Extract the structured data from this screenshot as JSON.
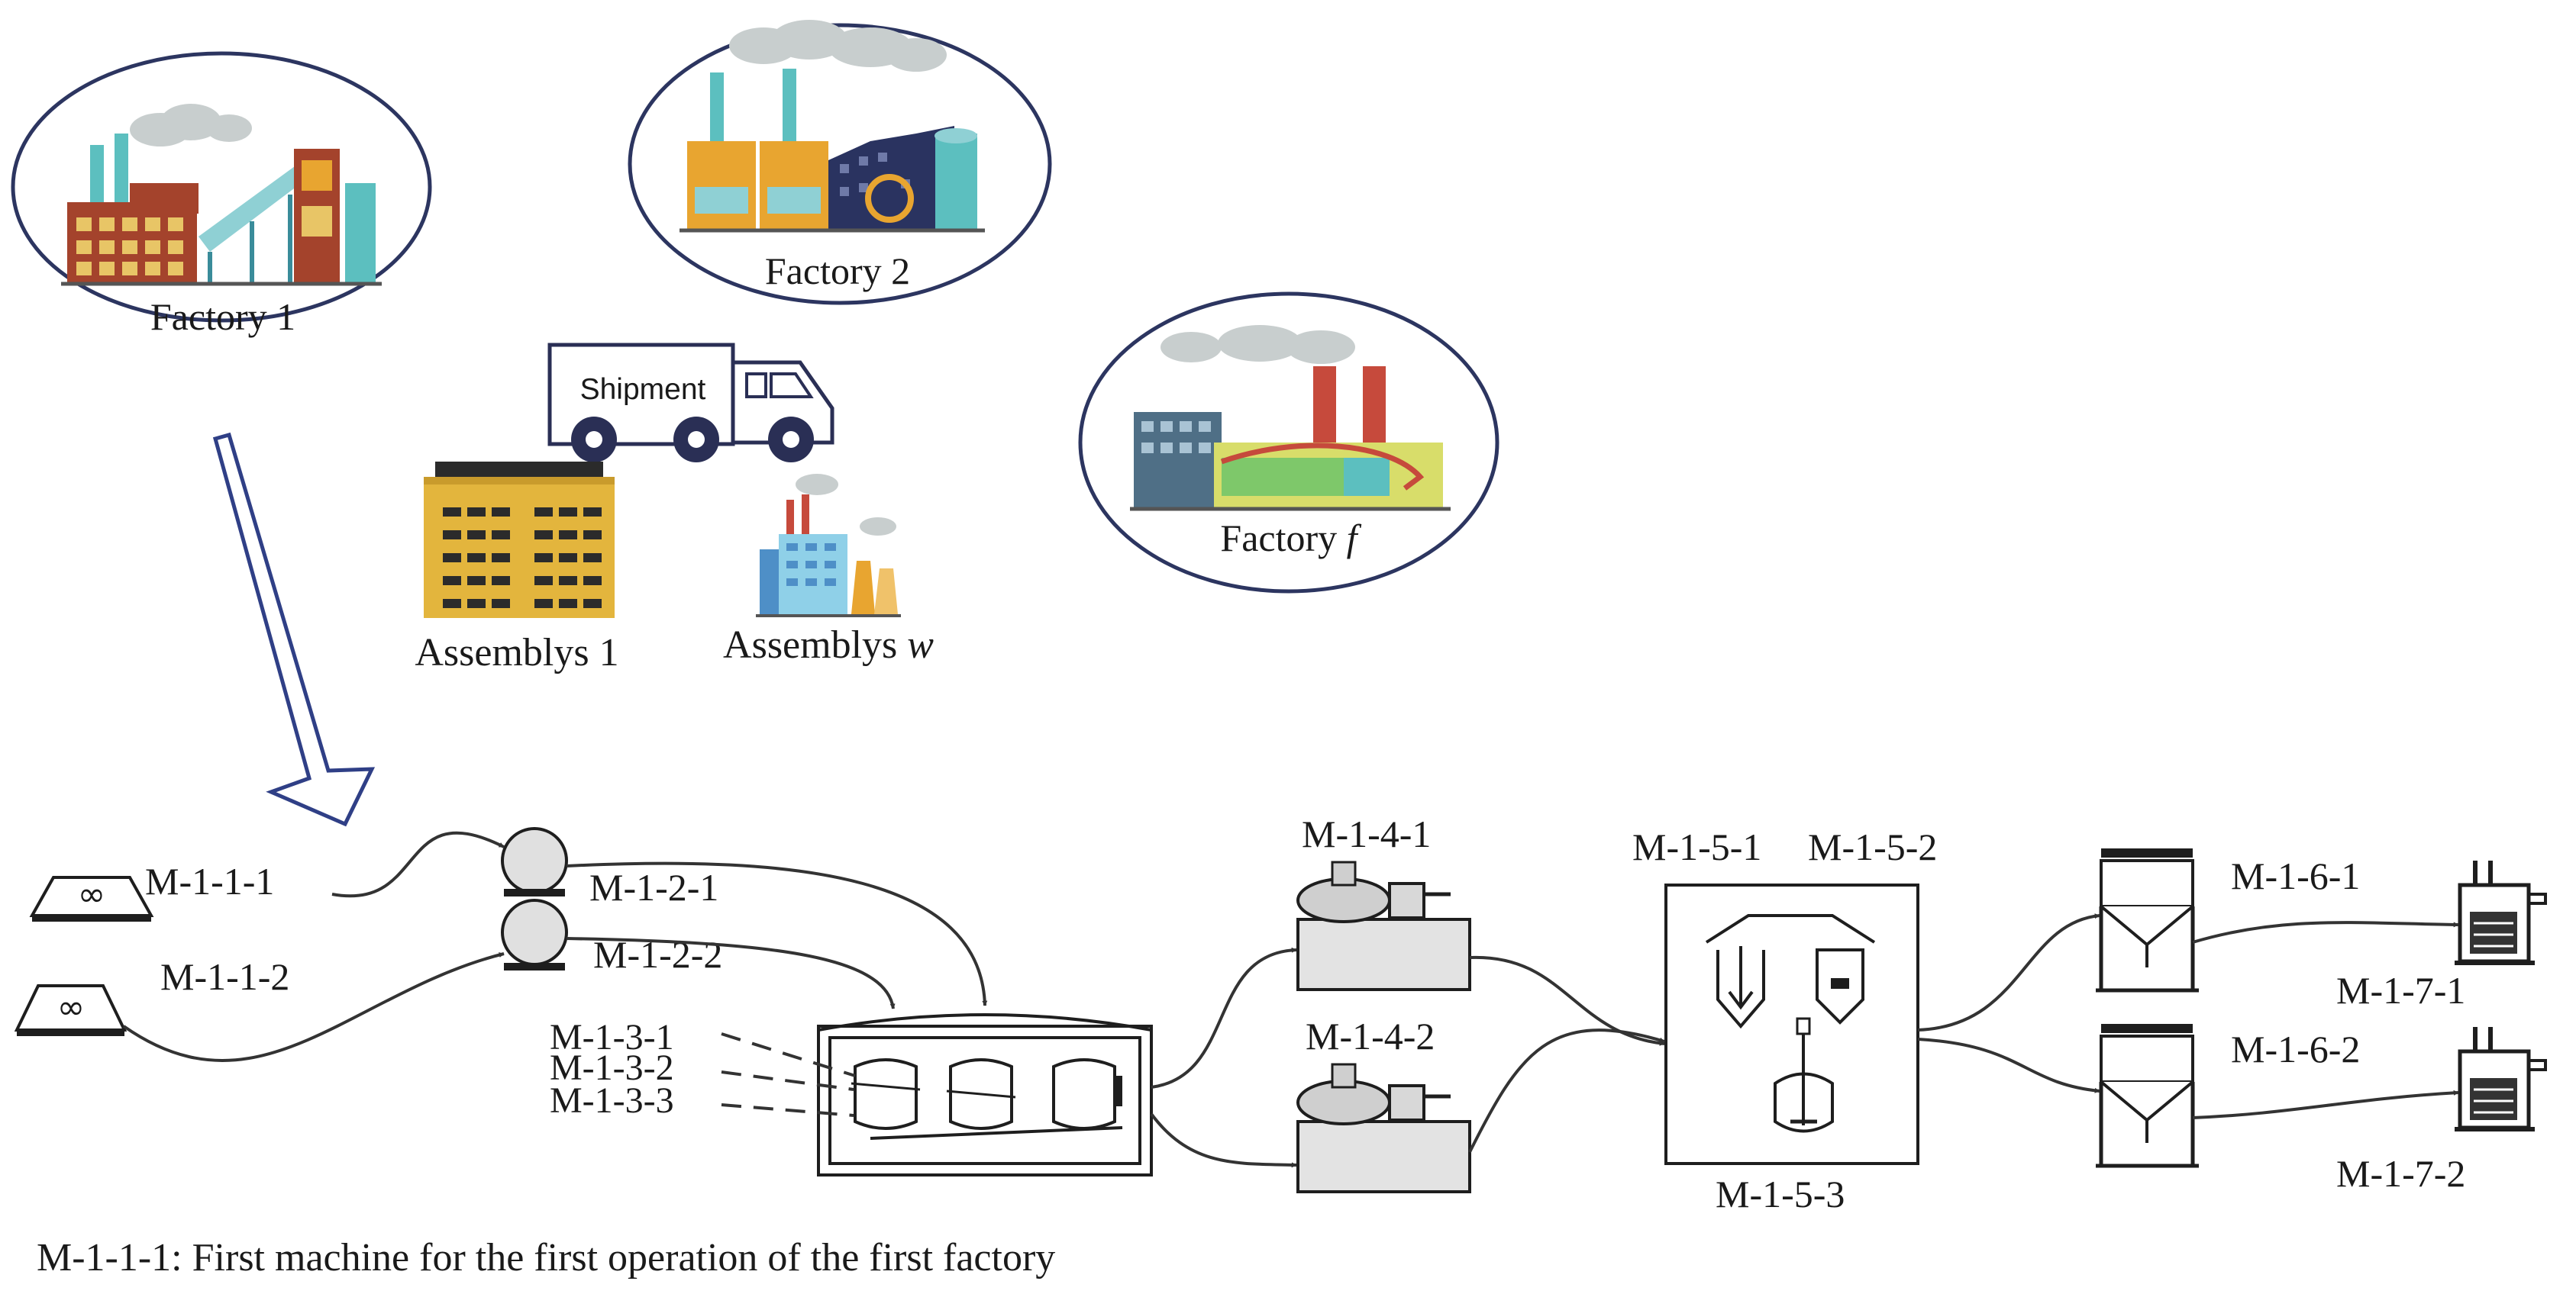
{
  "colors": {
    "ellipse_stroke": "#2c3560",
    "big_arrow": "#2f3f86",
    "brick": "#a4432c",
    "factory_orange": "#e8a530",
    "factory_teal": "#5cbfbf",
    "factory_navy": "#2a3360",
    "smoke": "#c8cece",
    "chimney_red": "#c64a3c",
    "assembly_yellow": "#e3b53d",
    "machine_gray": "#cfcfcf",
    "line": "#333333"
  },
  "factories": {
    "factory1": {
      "label": "Factory 1",
      "icon": "factory-icon"
    },
    "factory2": {
      "label": "Factory 2",
      "icon": "factory-icon"
    },
    "factoryf": {
      "label": "Factory ",
      "label_var": "f",
      "icon": "factory-icon"
    }
  },
  "shipment": {
    "label": "Shipment",
    "icon": "truck-icon"
  },
  "assemblies": {
    "a1": {
      "label": "Assemblys 1",
      "icon": "assembly-building-icon"
    },
    "aw": {
      "label": "Assemblys ",
      "label_var": "w",
      "icon": "assembly-plant-icon"
    }
  },
  "machines": {
    "m111": "M-1-1-1",
    "m112": "M-1-1-2",
    "m121": "M-1-2-1",
    "m122": "M-1-2-2",
    "m131": "M-1-3-1",
    "m132": "M-1-3-2",
    "m133": "M-1-3-3",
    "m141": "M-1-4-1",
    "m142": "M-1-4-2",
    "m151": "M-1-5-1",
    "m152": "M-1-5-2",
    "m153": "M-1-5-3",
    "m161": "M-1-6-1",
    "m162": "M-1-6-2",
    "m171": "M-1-7-1",
    "m172": "M-1-7-2"
  },
  "footnote": "M-1-1-1: First machine for the first operation of the first factory"
}
